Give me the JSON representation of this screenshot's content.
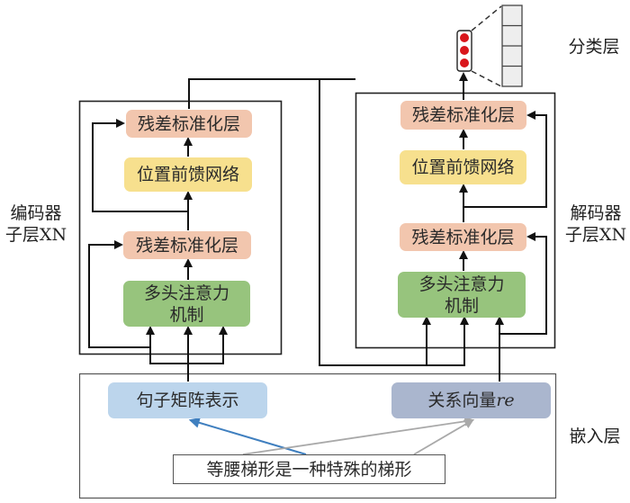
{
  "diagram": {
    "encoder": {
      "side_label_line1": "编码器",
      "side_label_line2": "子层XN",
      "residual_top": "残差标准化层",
      "ffn": "位置前馈网络",
      "residual_bottom": "残差标准化层",
      "mha_line1": "多头注意力",
      "mha_line2": "机制"
    },
    "decoder": {
      "side_label_line1": "解码器",
      "side_label_line2": "子层XN",
      "residual_top": "残差标准化层",
      "ffn": "位置前馈网络",
      "residual_bottom": "残差标准化层",
      "mha_line1": "多头注意力",
      "mha_line2": "机制"
    },
    "classifier": {
      "label": "分类层",
      "output_dots": 3,
      "output_cells": 4
    },
    "embedding": {
      "label": "嵌入层",
      "sentence_matrix": "句子矩阵表示",
      "relation_vector_text": "关系向量",
      "relation_vector_symbol": "re",
      "input_sentence": "等腰梯形是一种特殊的梯形"
    },
    "colors": {
      "residual": "#f2c6ae",
      "ffn": "#f7e08e",
      "mha": "#97c47d",
      "sentence": "#bcd5ec",
      "relation": "#aab6ce",
      "dot": "#d9161c",
      "blue_arrow": "#3f7fbf",
      "gray_arrow": "#a9a9a9"
    }
  }
}
